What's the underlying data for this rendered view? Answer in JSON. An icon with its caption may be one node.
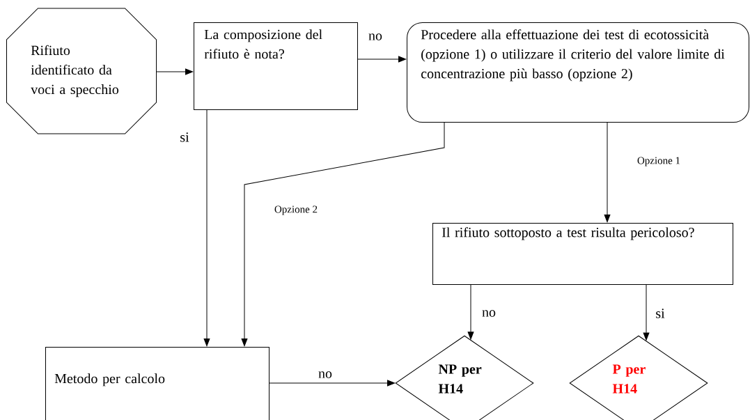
{
  "diagram": {
    "nodes": [
      {
        "text": [
          "Rifiuto identificato da voci a specchio"
        ]
      },
      {
        "text": [
          "La composizione del rifiuto è nota?"
        ]
      },
      {
        "text": [
          "Procedere alla effettuazione dei test di ecotossicità (opzione 1) o utilizzare il criterio del valore limite di concentrazione più basso (opzione 2)"
        ]
      },
      {
        "text": [
          "Il rifiuto sottoposto a test risulta pericoloso?"
        ]
      },
      {
        "text": [
          "Metodo per calcolo"
        ]
      },
      {
        "text": [
          "NP per H14"
        ]
      },
      {
        "text": [
          "P per H14"
        ]
      }
    ],
    "edges": [
      {
        "from": 0,
        "to": 1,
        "arrow": "to"
      },
      {
        "from": 1,
        "to": 2,
        "arrow": "to",
        "label": "no"
      },
      {
        "from": 1,
        "to": 4,
        "arrow": "to",
        "label": "si"
      },
      {
        "from": 2,
        "to": 4,
        "arrow": "to",
        "label": "Opzione 2"
      },
      {
        "from": 2,
        "to": 3,
        "arrow": "to",
        "label": "Opzione 1"
      },
      {
        "from": 3,
        "to": 5,
        "arrow": "to",
        "label": "no"
      },
      {
        "from": 3,
        "to": 6,
        "arrow": "to",
        "label": "si"
      },
      {
        "from": 4,
        "to": 5,
        "arrow": "to",
        "label": "no"
      }
    ]
  }
}
